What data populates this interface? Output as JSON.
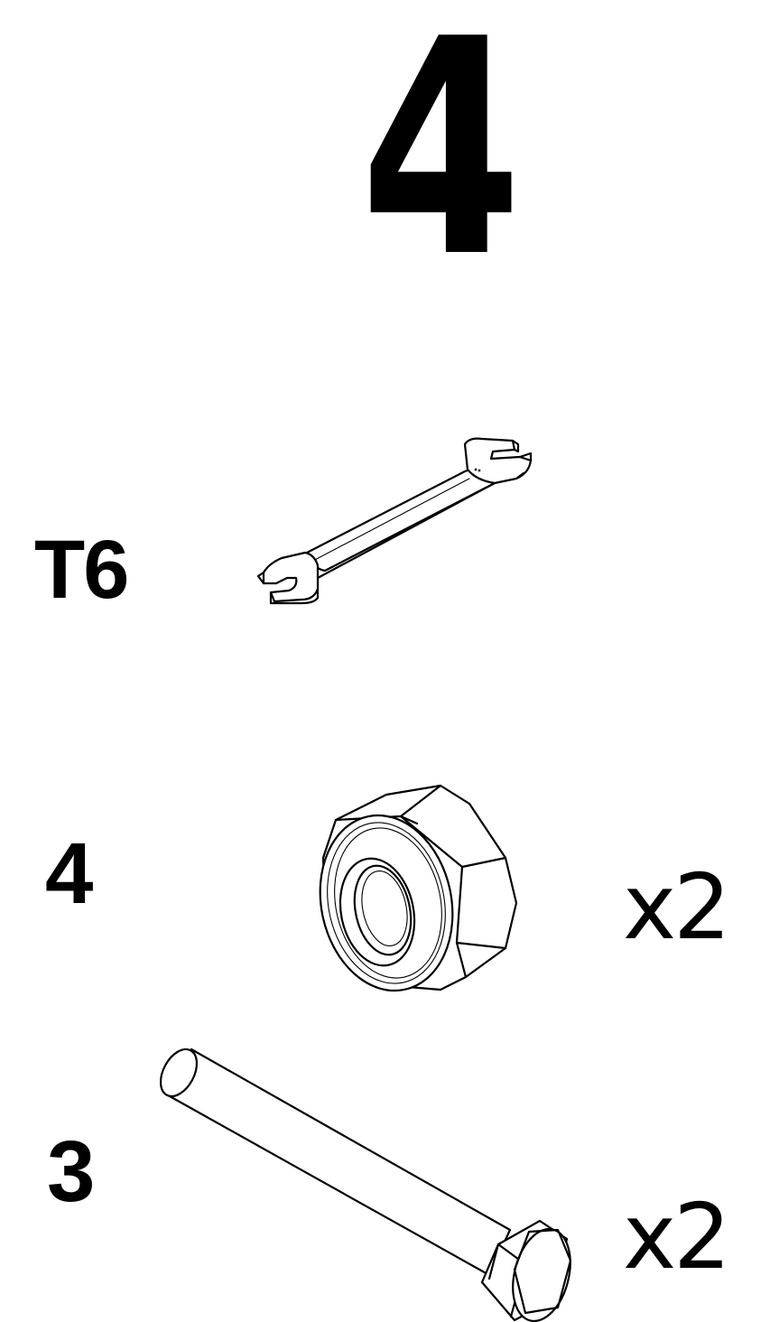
{
  "step": {
    "number": "4"
  },
  "tool": {
    "label": "T6",
    "icon": "open-end-wrench-icon"
  },
  "parts": [
    {
      "label": "4",
      "icon": "hex-lock-nut-icon",
      "quantity": "x2"
    },
    {
      "label": "3",
      "icon": "hex-bolt-icon",
      "quantity": "x2"
    }
  ],
  "colors": {
    "ink": "#000000",
    "background": "#ffffff"
  }
}
